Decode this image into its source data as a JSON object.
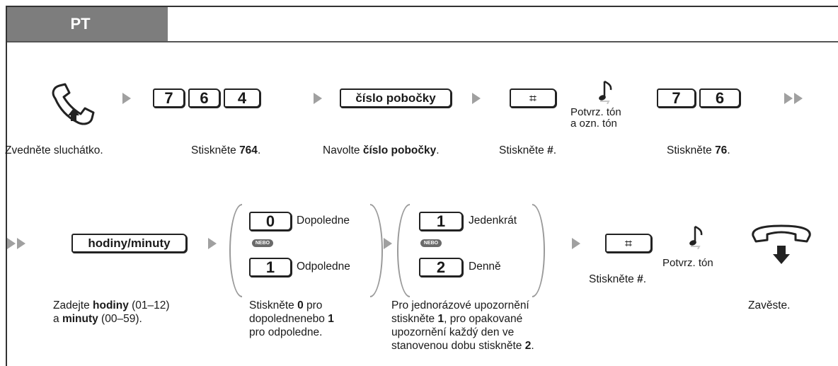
{
  "tab_label": "PT",
  "row1": {
    "keys_764": [
      "7",
      "6",
      "4"
    ],
    "key_extension": "číslo pobočky",
    "key_hash": "⌗",
    "keys_76": [
      "7",
      "6"
    ],
    "tone_text_line1": "Potvrz. tón",
    "tone_text_line2": "a ozn. tón",
    "captions": {
      "offhook": "Zvedněte sluchátko.",
      "press_764_pre": "Stiskněte ",
      "press_764_bold": "764",
      "dial_ext_pre": "Navolte ",
      "dial_ext_bold": "číslo pobočky",
      "press_hash_pre": "Stiskněte ",
      "press_hash_bold": "#",
      "press_76_pre": "Stiskněte ",
      "press_76_bold": "76"
    }
  },
  "row2": {
    "key_time": "hodiny/minuty",
    "ampm": {
      "key_0": "0",
      "label_0": "Dopoledne",
      "or": "NEBO",
      "key_1": "1",
      "label_1": "Odpoledne"
    },
    "repeat": {
      "key_1": "1",
      "label_1": "Jedenkrát",
      "or": "NEBO",
      "key_2": "2",
      "label_2": "Denně"
    },
    "key_hash": "⌗",
    "tone_text": "Potvrz. tón",
    "captions": {
      "time_l1_pre": "Zadejte ",
      "time_l1_bold": "hodiny",
      "time_l1_post": " (01–12)",
      "time_l2_pre": "a ",
      "time_l2_bold": "minuty",
      "time_l2_post": " (00–59).",
      "ampm_l1_pre": "Stiskněte ",
      "ampm_l1_bold": "0",
      "ampm_l1_post": " pro",
      "ampm_l2_pre": "dopolednenebo ",
      "ampm_l2_bold": "1",
      "ampm_l3": "pro odpoledne.",
      "rep_l1": "Pro jednorázové upozornění",
      "rep_l2_pre": "stiskněte ",
      "rep_l2_bold": "1",
      "rep_l2_post": ", pro opakované",
      "rep_l3": "upozornění každý den ve",
      "rep_l4_pre": "stanovenou dobu stiskněte ",
      "rep_l4_bold": "2",
      "rep_l4_post": ".",
      "press_hash_pre": "Stiskněte ",
      "press_hash_bold": "#",
      "hangup": "Zavěste."
    }
  }
}
